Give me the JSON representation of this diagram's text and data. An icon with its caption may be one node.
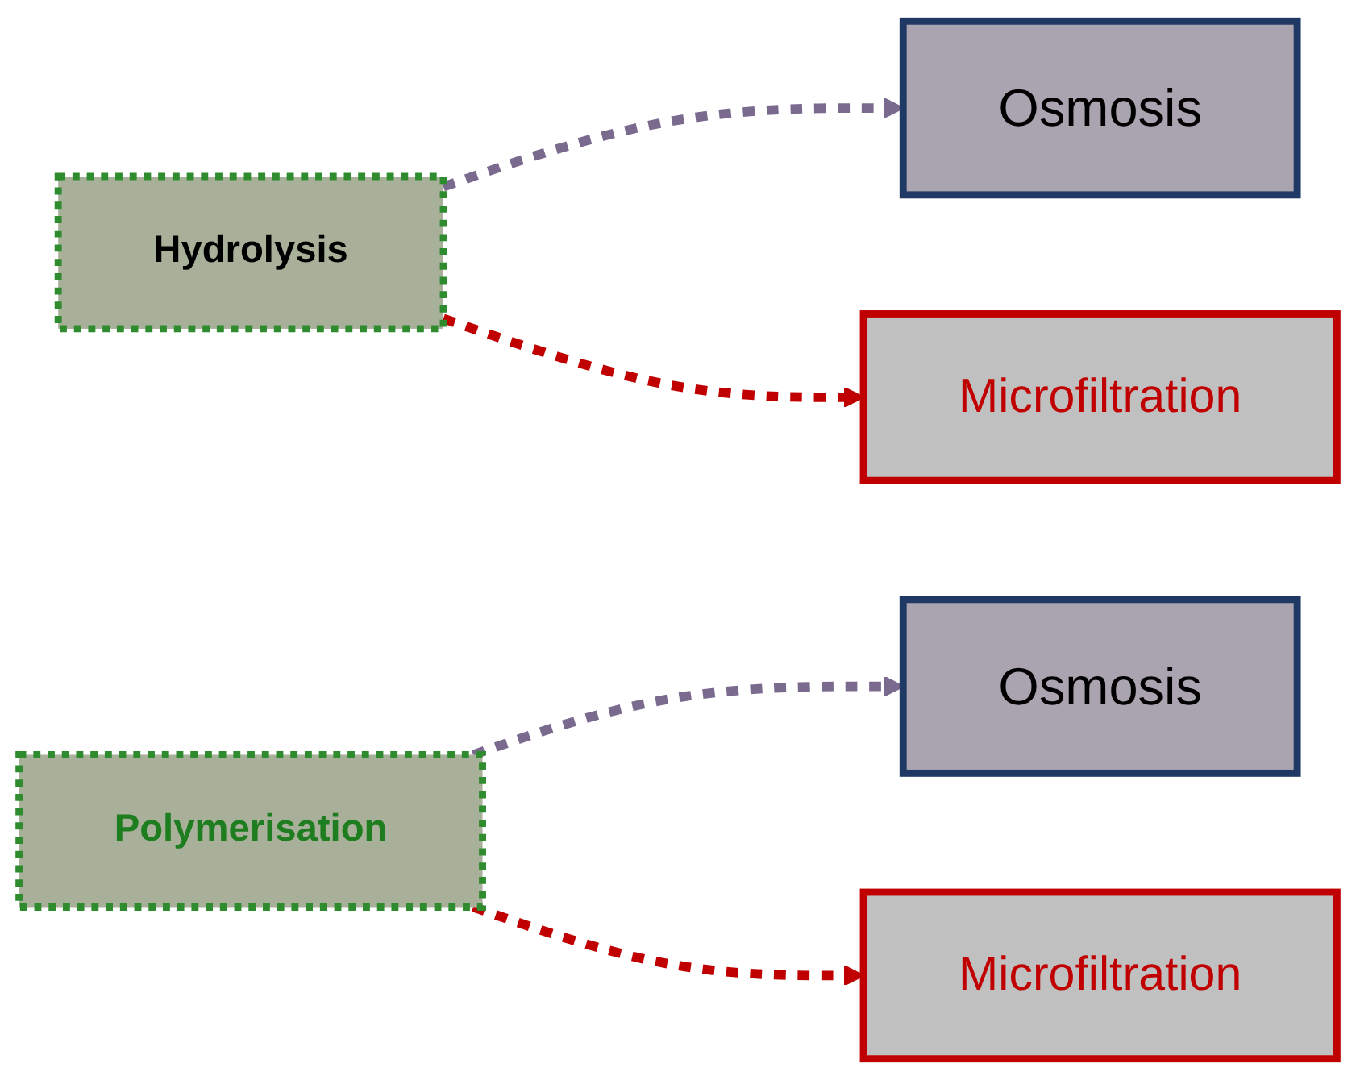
{
  "diagram": {
    "nodes": [
      {
        "text": [
          "Hydrolysis"
        ]
      },
      {
        "text": [
          "Osmosis"
        ]
      },
      {
        "text": [
          "Microfiltration"
        ]
      },
      {
        "text": [
          "Polymerisation"
        ]
      },
      {
        "text": [
          "Osmosis"
        ]
      },
      {
        "text": [
          "Microfiltration"
        ]
      }
    ],
    "edges": [
      {
        "from": 0,
        "to": 1,
        "arrow": "to",
        "style": "dashed"
      },
      {
        "from": 0,
        "to": 2,
        "arrow": "to",
        "style": "dashed",
        "color": "#c00000"
      },
      {
        "from": 3,
        "to": 4,
        "arrow": "to",
        "style": "dashed"
      },
      {
        "from": 3,
        "to": 5,
        "arrow": "to",
        "style": "dashed",
        "color": "#c00000"
      }
    ]
  }
}
